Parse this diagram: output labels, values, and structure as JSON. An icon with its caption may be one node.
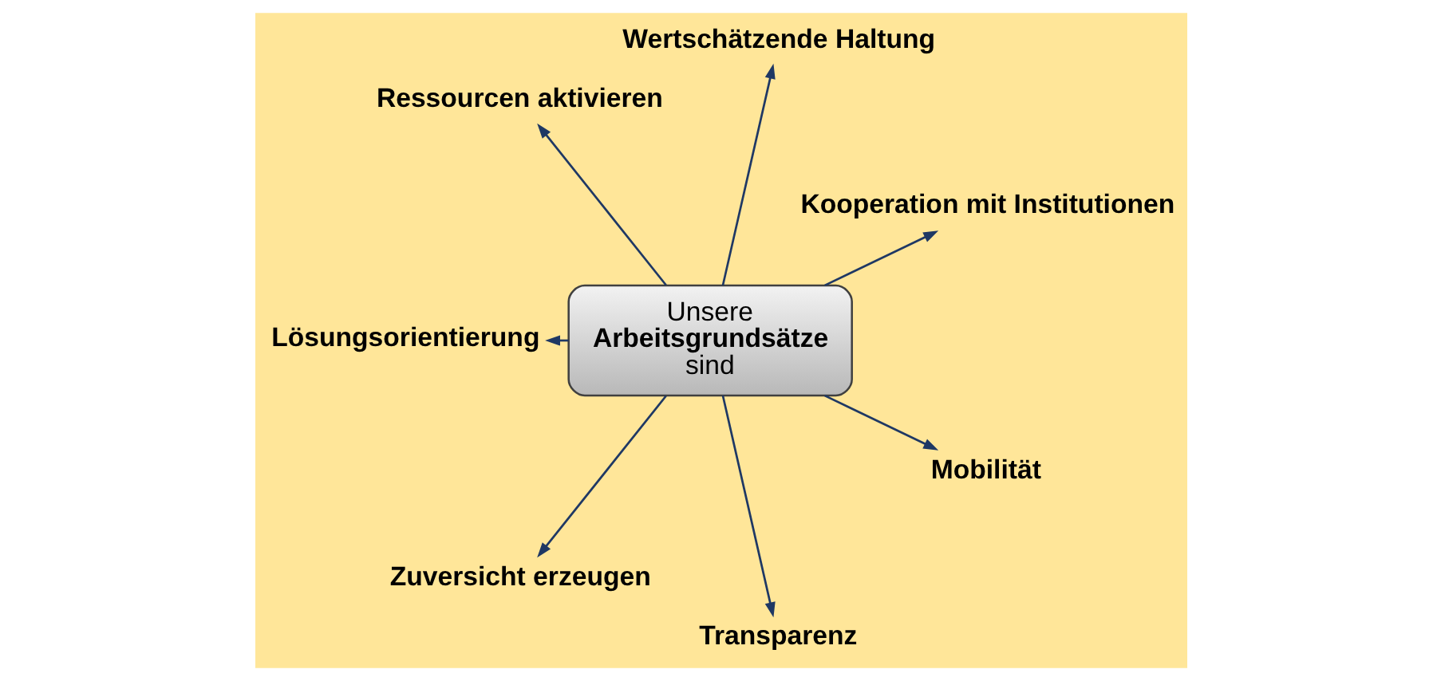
{
  "diagram": {
    "nodes": [
      {
        "text": [
          "Kooperation mit Institutionen"
        ]
      },
      {
        "text": [
          "Wertschätzende Haltung"
        ]
      },
      {
        "text": [
          "Ressourcen aktivieren"
        ]
      },
      {
        "text": [
          "Unsere **Arbeitsgrundsätze** sind"
        ]
      },
      {
        "text": [
          "Lösungsorientierung"
        ]
      },
      {
        "text": [
          "Zuversicht erzeugen"
        ]
      },
      {
        "text": [
          "Transparenz"
        ]
      },
      {
        "text": [
          "Mobilität"
        ]
      }
    ],
    "edges": [
      {
        "from": 3,
        "to": 0,
        "arrow": "to"
      },
      {
        "from": 3,
        "to": 2,
        "arrow": "to"
      },
      {
        "from": 3,
        "to": 5,
        "arrow": "to"
      },
      {
        "from": 3,
        "to": 7,
        "arrow": "to"
      },
      {
        "from": 3,
        "to": 6,
        "arrow": "to"
      },
      {
        "from": 3,
        "to": 4,
        "arrow": "to"
      },
      {
        "from": 3,
        "to": 1,
        "arrow": "to"
      }
    ]
  }
}
